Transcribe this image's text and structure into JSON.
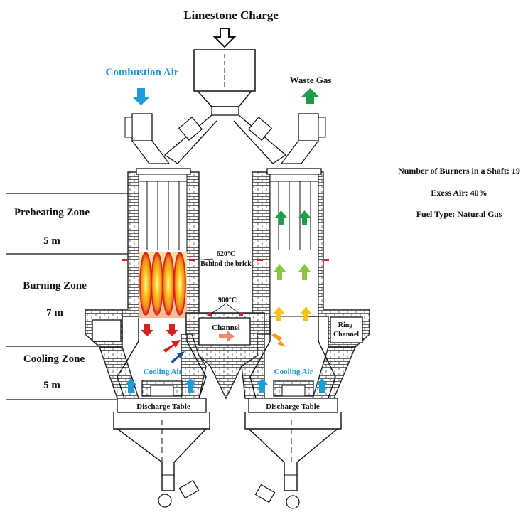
{
  "title": "Limestone Charge",
  "combustion_air": "Combustion Air",
  "waste_gas": "Waste Gas",
  "zones": [
    {
      "name": "Preheating Zone",
      "height": "5 m"
    },
    {
      "name": "Burning Zone",
      "height": "7 m"
    },
    {
      "name": "Cooling Zone",
      "height": "5 m"
    }
  ],
  "info": {
    "burners": "Number of Burners in a Shaft: 19",
    "excess_air": "Exess Air: 40%",
    "fuel": "Fuel Type: Natural Gas"
  },
  "annotations": {
    "temp_upper": "620°C",
    "behind_brick": "Behind the brick",
    "temp_lower": "900°C",
    "channel": "Channel",
    "ring_channel_1": "Ring",
    "ring_channel_2": "Channel",
    "cooling_air_left": "Cooling Air",
    "cooling_air_right": "Cooling Air",
    "discharge_left": "Discharge Table",
    "discharge_right": "Discharge Table"
  },
  "colors": {
    "air_blue": "#1f9bd7",
    "waste_green": "#1e9e4a",
    "hot_red": "#d92020",
    "flame_yellow": "#f7c21a",
    "light_green": "#8cc63f",
    "orange": "#f29b1d",
    "dark_blue": "#1f4e8c",
    "salmon": "#f28b6f"
  }
}
